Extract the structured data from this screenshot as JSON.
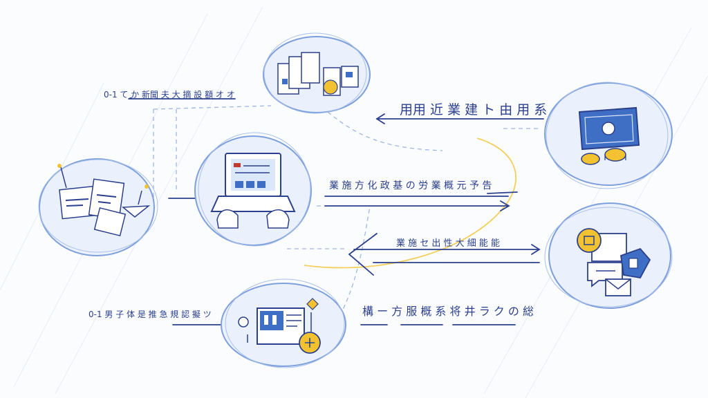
{
  "colors": {
    "ink": "#2b3f8c",
    "blue": "#3f6fc4",
    "light_blue": "#dbe7fb",
    "circle_fill": "#eaf1fc",
    "circle_stroke": "#7d9fdc",
    "gold": "#f2c230",
    "gold_line": "#f3cf5a",
    "dash": "#9fb5e4"
  },
  "labels": {
    "top_left": "0-1 て か 新聞 夫 大 摘 設 額 オ オ",
    "top_right": "用用 近 業 建 ト 由 用 系",
    "mid": "業 施 方 化 政 基 の 労 業 概 元 予 告",
    "mid_lower": "業 施 セ 出 性 大 細 能 能",
    "bottom_left": "0-1 男 子 体 是 推 急 規 認 擬 ツ",
    "bottom_right": "構 ー 方 服 概 系 将 井 ラ ク の 総"
  },
  "icons": {
    "documents": "documents-icon",
    "laptop": "laptop-typing-icon",
    "papers": "scattered-papers-icon",
    "card": "bank-card-icon",
    "coins": "coins-icon",
    "messages": "message-cards-icon",
    "tablet": "tablet-dashboard-icon",
    "shield": "shield-icon",
    "lightbulb": "lightbulb-icon"
  }
}
